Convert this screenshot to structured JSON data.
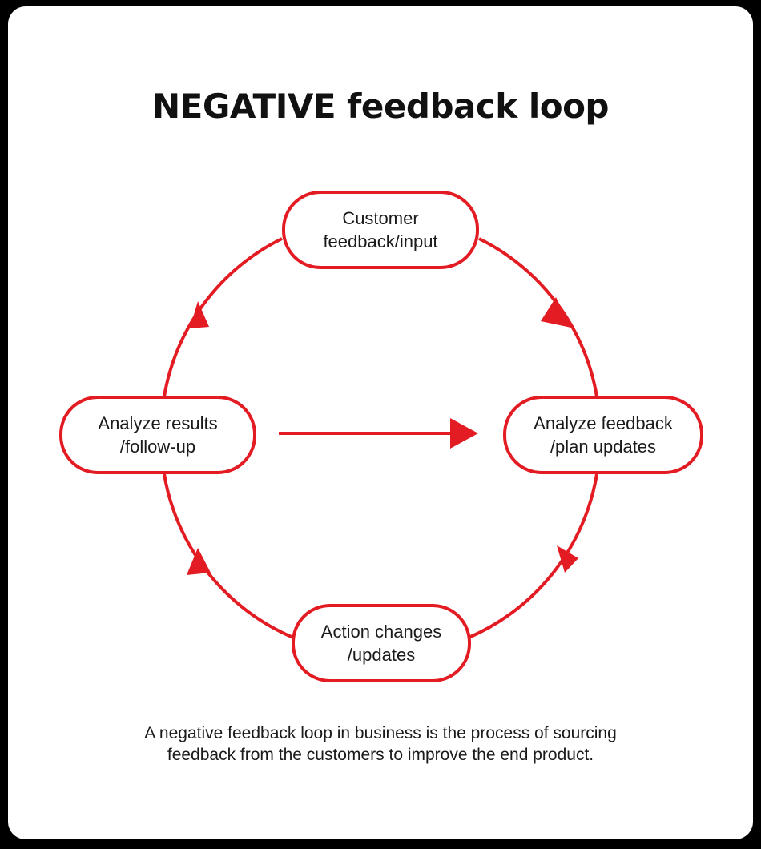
{
  "title": "NEGATIVE feedback loop",
  "nodes": {
    "top": {
      "line1": "Customer",
      "line2": "feedback/input"
    },
    "right": {
      "line1": "Analyze feedback",
      "line2": "/plan updates"
    },
    "bottom": {
      "line1": "Action changes",
      "line2": "/updates"
    },
    "left": {
      "line1": "Analyze results",
      "line2": "/follow-up"
    }
  },
  "caption": {
    "line1": "A negative feedback loop in business is the process of sourcing",
    "line2": "feedback from the customers to improve the end product."
  },
  "colors": {
    "accent": "#e31b23",
    "text": "#1a1a1a",
    "background": "#ffffff"
  }
}
